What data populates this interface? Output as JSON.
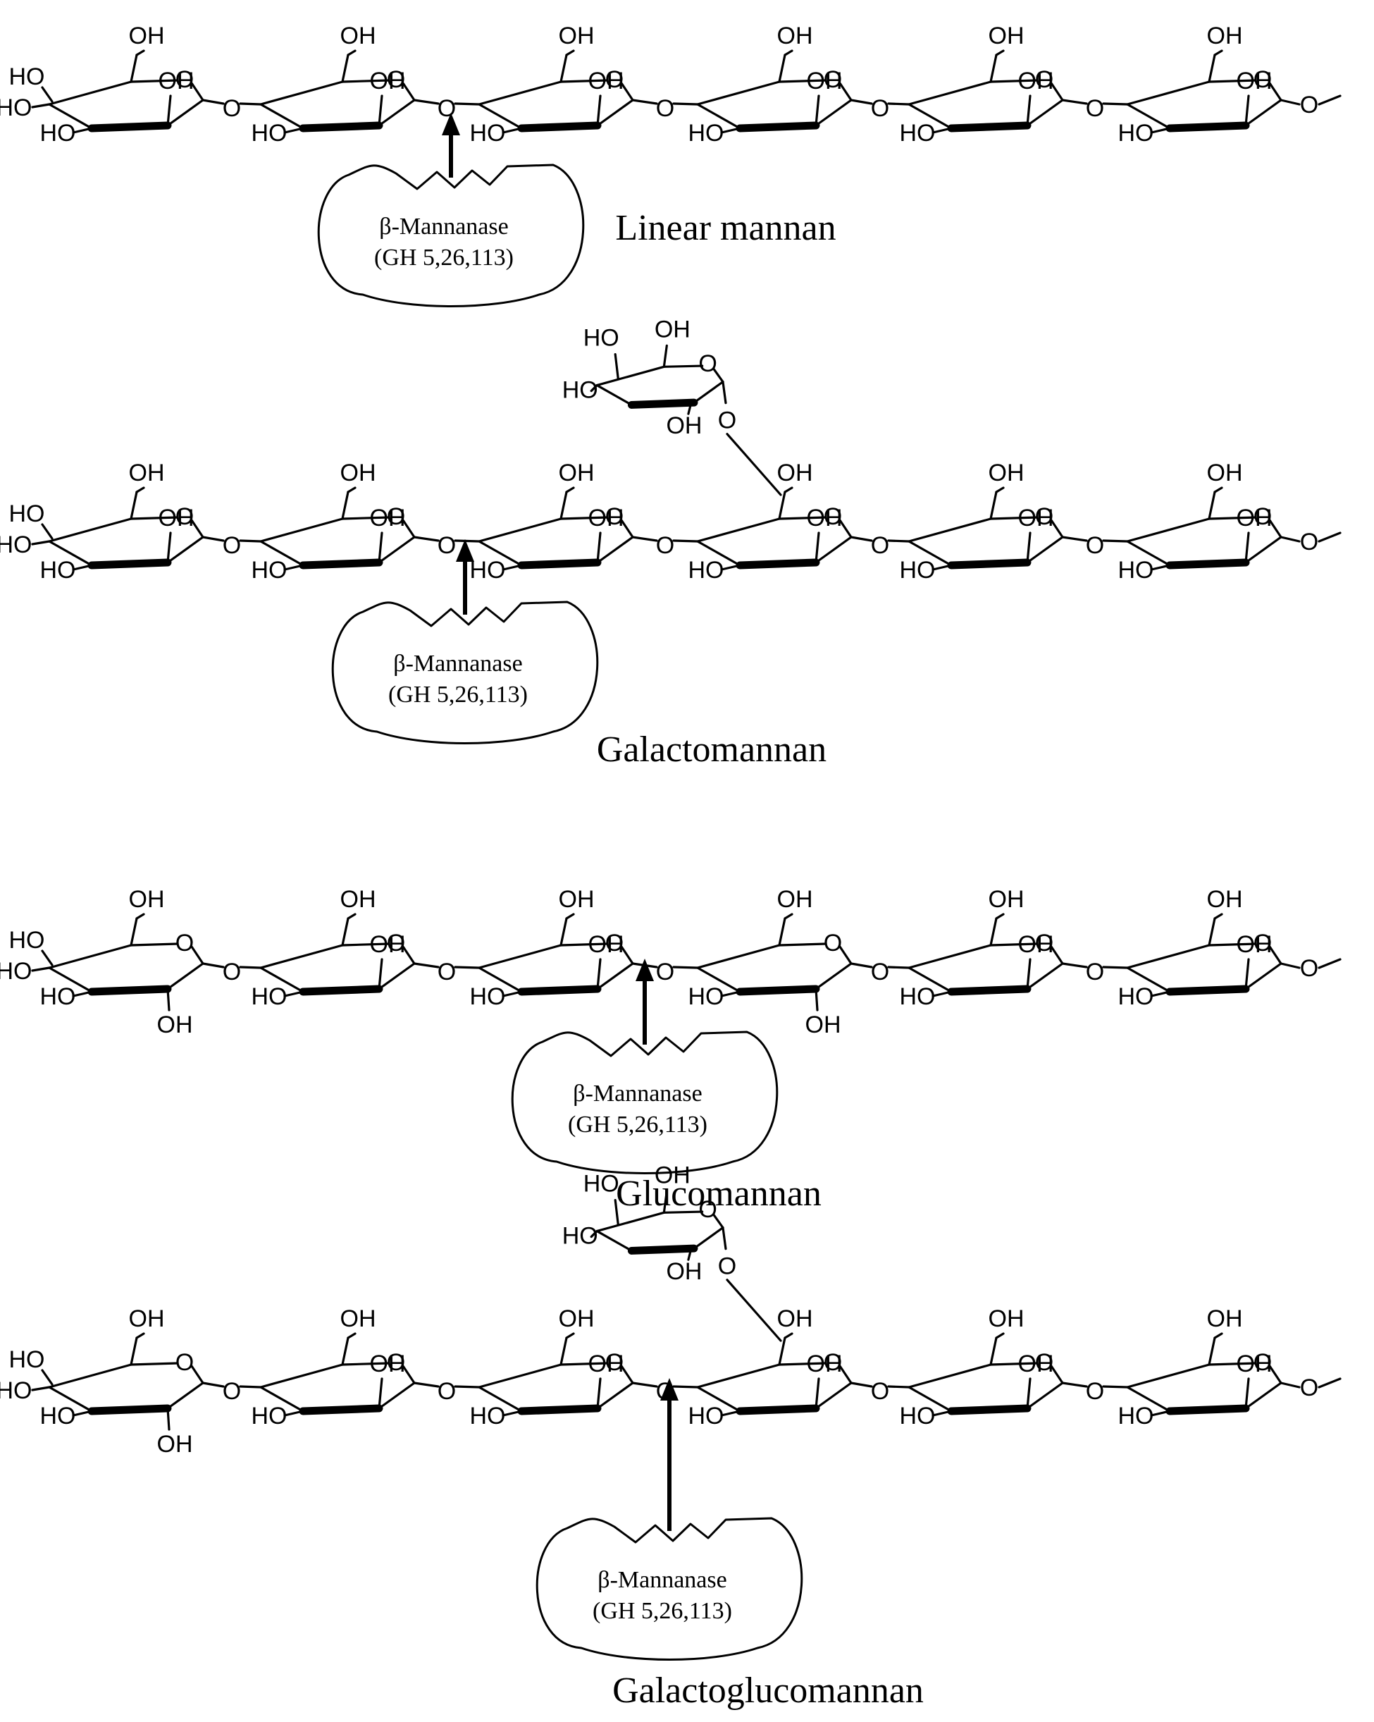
{
  "atoms": {
    "hydroxyl": "OH",
    "hydroxyl_left": "HO",
    "ring_oxygen": "O",
    "methyl_terminal": "O"
  },
  "enzyme": {
    "name": "β-Mannanase",
    "families": "(GH 5,26,113)"
  },
  "panels": [
    {
      "id": "linear-mannan",
      "title": "Linear mannan",
      "backbone": [
        "Man",
        "Man",
        "Man",
        "Man",
        "Man",
        "Man"
      ],
      "branch": null,
      "cleavage_after_unit": 2
    },
    {
      "id": "galactomannan",
      "title": "Galactomannan",
      "backbone": [
        "Man",
        "Man",
        "Man",
        "Man",
        "Man",
        "Man"
      ],
      "branch": {
        "sugar": "Gal",
        "on_unit": 4
      },
      "cleavage_after_unit": 2
    },
    {
      "id": "glucomannan",
      "title": "Glucomannan",
      "backbone": [
        "Glc",
        "Man",
        "Man",
        "Glc",
        "Man",
        "Man"
      ],
      "branch": null,
      "cleavage_after_unit": 3
    },
    {
      "id": "galactoglucomannan",
      "title": "Galactoglucomannan",
      "backbone": [
        "Glc",
        "Man",
        "Man",
        "Man",
        "Man",
        "Man"
      ],
      "branch": {
        "sugar": "Gal",
        "on_unit": 4
      },
      "cleavage_after_unit": 3
    }
  ]
}
